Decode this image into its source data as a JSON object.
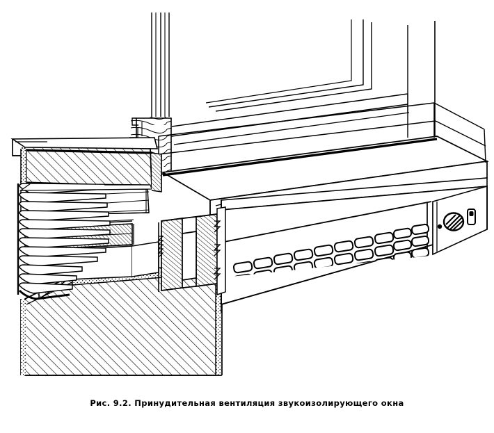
{
  "figure": {
    "caption": "Рис. 9.2. Принудительная вентиляция звукоизолирующего окна",
    "figure_number": "9.2",
    "drawing_type": "axonometric cutaway line drawing",
    "line_color": "#000000",
    "background_color": "#ffffff",
    "fill_color": "#ffffff"
  },
  "parts": {
    "window_sash": {
      "name": "window-sash-frame",
      "description": "Soundproof window sash and frame cross-section with wood grain hatching at lower left corner"
    },
    "window_sill": {
      "name": "window-sill-board",
      "description": "Interior window sill board drawn in perspective above the ventilation unit"
    },
    "exterior_louvers": {
      "name": "exterior-louver-stack",
      "description": "Stack of angled weather louver slats on the outside face",
      "slat_count": 12
    },
    "masonry_wall": {
      "name": "masonry-wall-section",
      "description": "Cut masonry wall sections shown with 45 degree diagonal hatching and stippled edges"
    },
    "duct_channel": {
      "name": "air-duct-channel",
      "description": "Vertical hatched duct channel with rectangular air opening behind the sill"
    },
    "grille": {
      "name": "ventilation-grille-panel",
      "description": "Front panel of the ventilation unit pierced with rounded rectangular air slots",
      "slot_columns": 10,
      "slot_rows": 3
    },
    "control_panel": {
      "name": "control-panel",
      "description": "Right hand control panel of the ventilation unit",
      "knob": "rotary-speed-knob",
      "indicator": "switch-indicator-slot"
    },
    "flashing": {
      "name": "drip-edge-flashing",
      "description": "Thin metal drip edge / flashing profile at the upper left of the outside wall"
    }
  }
}
